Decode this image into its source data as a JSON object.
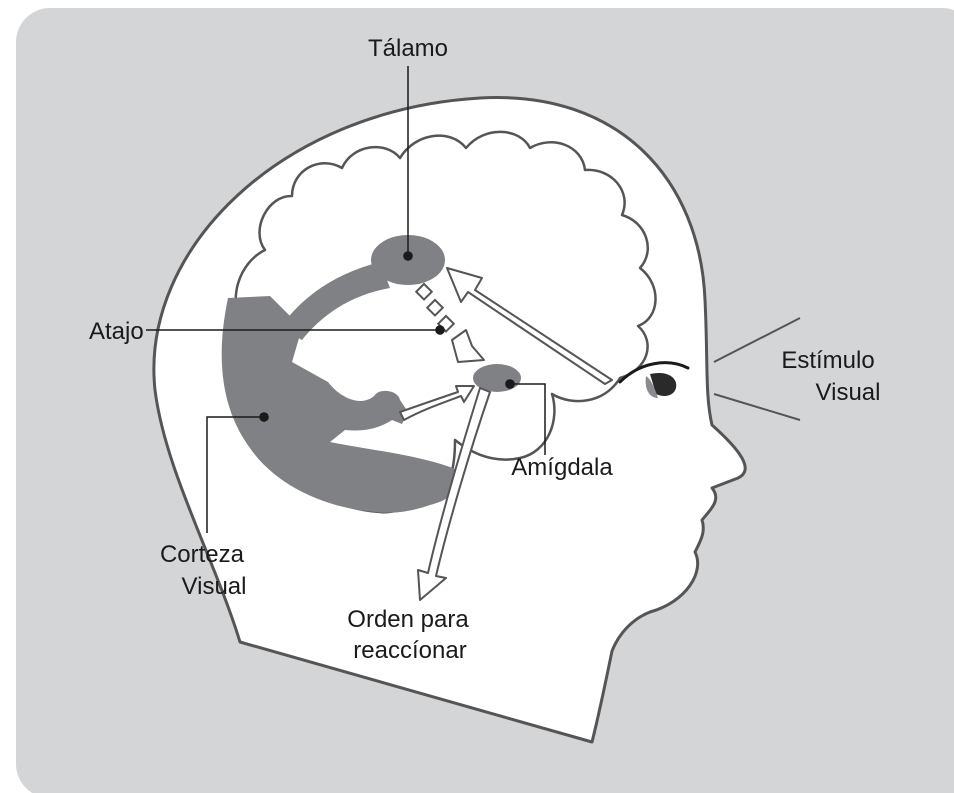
{
  "labels": {
    "talamo": "Tálamo",
    "atajo": "Atajo",
    "estimulo_line1": "Estímulo",
    "estimulo_line2": "Visual",
    "amigdala": "Amígdala",
    "corteza_line1": "Corteza",
    "corteza_line2": "Visual",
    "orden_line1": "Orden para",
    "orden_line2": "reaccíonar"
  },
  "colors": {
    "panel": "#d4d5d7",
    "head": "#ffffff",
    "outline": "#555555",
    "region": "#808184",
    "ink": "#1a1a1a"
  }
}
